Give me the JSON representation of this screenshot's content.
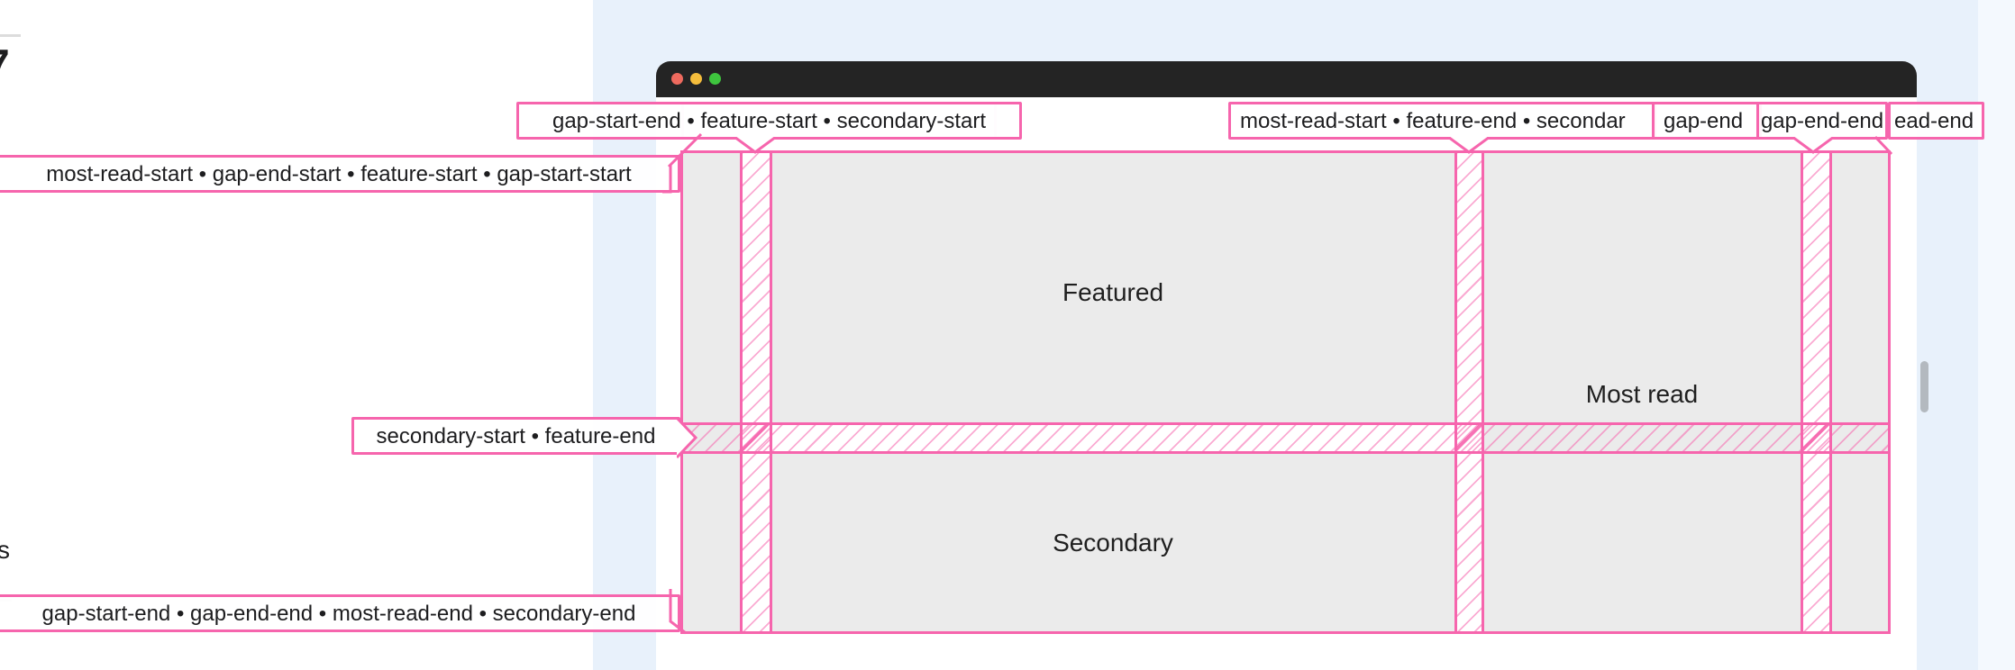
{
  "page_fragments": {
    "top_char": "7",
    "side_char": "s"
  },
  "browser_window": {
    "controls": [
      "close",
      "minimize",
      "zoom"
    ],
    "header_color": "#242424",
    "traffic_colors": {
      "red": "#ee6a5e",
      "yellow": "#f5bd3c",
      "green": "#3ec53e"
    }
  },
  "grid_areas": {
    "featured": "Featured",
    "most_read": "Most read",
    "secondary": "Secondary"
  },
  "line_labels": {
    "top_col": "gap-start-end • feature-start • secondary-start",
    "top_right_1": "most-read-start • feature-end • secondar",
    "top_right_2": "gap-end",
    "top_right_3": "gap-end-end",
    "top_right_4": "ead-end",
    "left_row_top": "most-read-start • gap-end-start • feature-start • gap-start-start",
    "left_row_mid": "secondary-start • feature-end",
    "left_row_bottom": "gap-start-end • gap-end-end • most-read-end • secondary-end"
  },
  "colors": {
    "overlay_pink": "#f665ad",
    "area_gray": "#ebebeb",
    "page_blue": "#e8f1fb",
    "scrollbar_thumb": "#b3b9bf"
  }
}
